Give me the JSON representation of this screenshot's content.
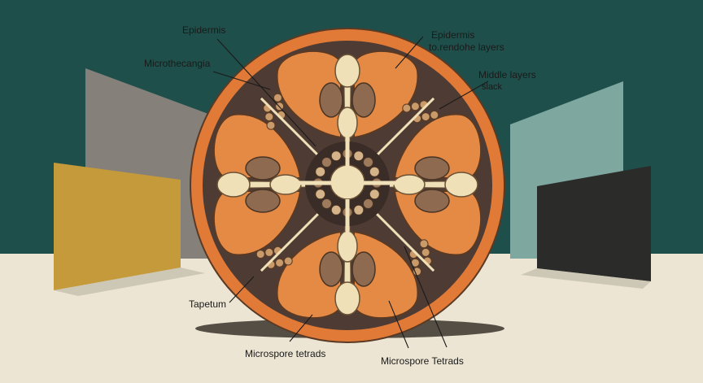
{
  "labels": {
    "epidermis_left": "Epidermis",
    "microthecangia": "Microthecangia",
    "epidermis_right": "Epidermis",
    "endothecium": "to.rendohe layers",
    "middle_layers": "Middle layers",
    "middle_layers_sub": "slack",
    "tapetum": "Tapetum",
    "microspore_tetrads_lower": "Microspore tetrads",
    "microspore_tetrads_upper": "Microspore Tetrads"
  },
  "colors": {
    "background_wall": "#1f4f4a",
    "floor": "#ece5d3",
    "panel_grey": "#85807a",
    "panel_ochre": "#c49a3a",
    "panel_teal": "#7da79f",
    "panel_black": "#2b2b29",
    "outer_ring": "#e7803a",
    "locule_orange": "#e58a45",
    "center_dark": "#4e3b33",
    "pale_cream": "#efe0b8",
    "nucleus_brown": "#8d6a50"
  }
}
